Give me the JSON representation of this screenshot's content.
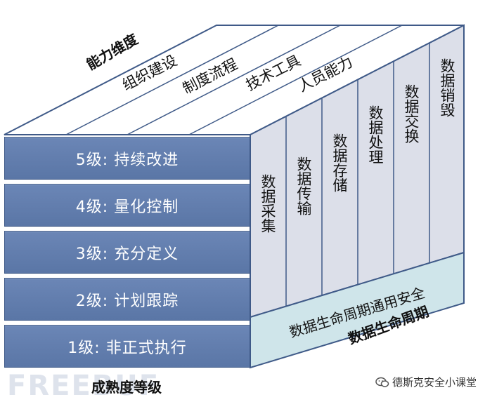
{
  "captions": {
    "capability_dimension": "能力维度",
    "maturity_level": "成熟度等级",
    "data_lifecycle": "数据生命周期"
  },
  "top_dimensions": [
    "组织建设",
    "制度流程",
    "技术工具",
    "人员能力"
  ],
  "levels": [
    "5级: 持续改进",
    "4级: 量化控制",
    "3级: 充分定义",
    "2级: 计划跟踪",
    "1级: 非正式执行"
  ],
  "lifecycle_stages": [
    "数据采集",
    "数据传输",
    "数据存储",
    "数据处理",
    "数据交换",
    "数据销毁"
  ],
  "lifecycle_common": "数据生命周期通用安全",
  "watermark": "FREEBUF",
  "wechat_label": "德斯克安全小课堂",
  "colors": {
    "front_fill": "#6580b0",
    "top_fill": "#ffffff",
    "side_fill": "#dcdfe9",
    "stripe_fill": "#cfe5ea",
    "line": "#3f5a88"
  }
}
